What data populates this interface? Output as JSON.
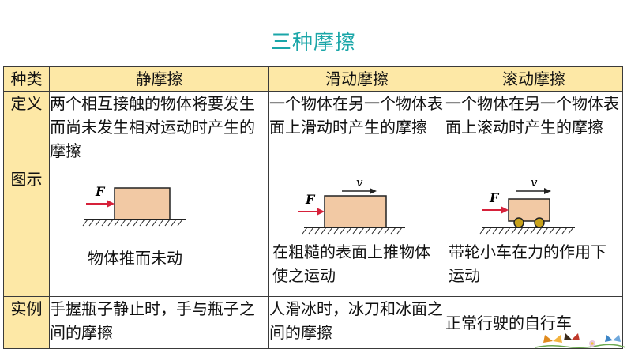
{
  "title": "三种摩擦",
  "headers": [
    "种类",
    "静摩擦",
    "滑动摩擦",
    "滚动摩擦"
  ],
  "rows": {
    "definition": {
      "label": "定义",
      "cells": [
        "两个相互接触的物体将要发生而尚未发生相对运动时产生的摩擦",
        "一个物体在另一个物体表面上滑动时产生的摩擦",
        "一个物体在另一个物体表面上滚动时产生的摩擦"
      ]
    },
    "diagram": {
      "label": "图示",
      "force_label": "F",
      "velocity_label": "v",
      "captions": [
        "物体推而未动",
        "在粗糙的表面上推物体使之运动",
        "带轮小车在力的作用下运动"
      ]
    },
    "example": {
      "label": "实例",
      "cells": [
        "手握瓶子静止时，手与瓶子之间的摩擦",
        "人滑冰时，冰刀和冰面之间的摩擦",
        "正常行驶的自行车"
      ]
    }
  },
  "colors": {
    "title": "#1aa6a8",
    "header_bg": "#fde8a6",
    "block_fill": "#f2c9a4",
    "force_arrow": "#d6213a",
    "wheel": "#c8a21a"
  }
}
